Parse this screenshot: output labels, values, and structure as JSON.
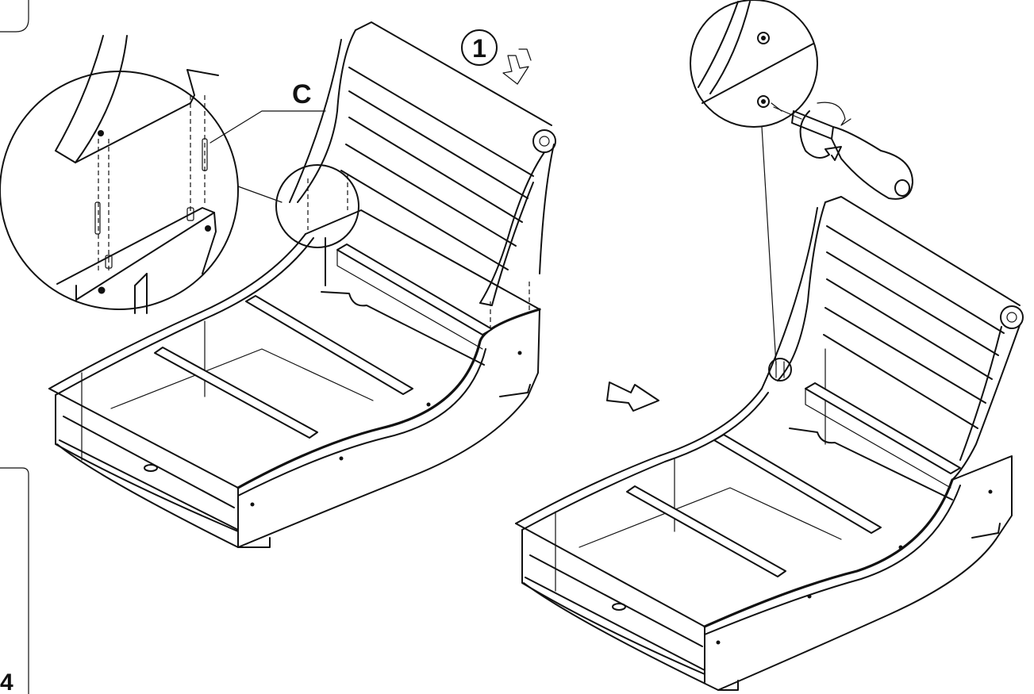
{
  "diagram": {
    "part_label": "C",
    "step_number": "1",
    "page_number": "4",
    "ink_color": "#111111",
    "paper_color": "#ffffff",
    "icons": {
      "step_badge": "circled-number",
      "push_arrow": "hollow-down-arrow",
      "next_arrow": "hollow-right-arrow",
      "tool": "screwdriver-icon",
      "rotation": "clockwise-rotation-icon"
    }
  }
}
